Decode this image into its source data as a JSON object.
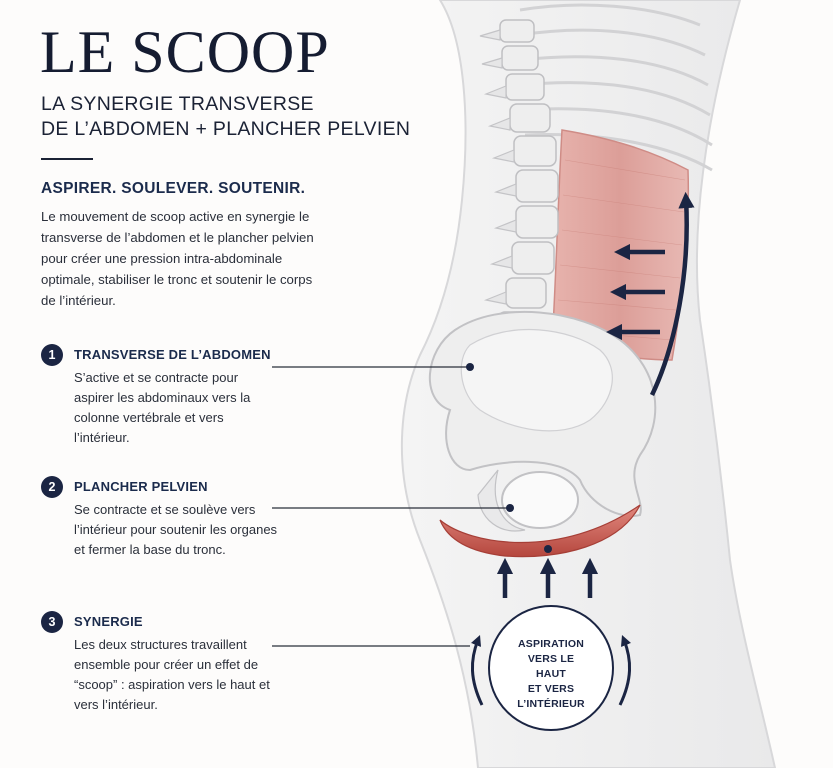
{
  "header": {
    "title": "LE SCOOP",
    "subtitle_line1": "LA SYNERGIE TRANSVERSE",
    "subtitle_line2": "DE L’ABDOMEN + PLANCHER PELVIEN"
  },
  "lead": {
    "heading": "ASPIRER. SOULEVER. SOUTENIR.",
    "body": "Le mouvement de scoop active en synergie le transverse de l’abdomen et le plancher pelvien pour créer une pression intra-abdominale optimale, stabiliser le tronc et soutenir le corps de l’intérieur."
  },
  "items": [
    {
      "number": "1",
      "heading": "TRANSVERSE DE L’ABDOMEN",
      "body": "S’active et se contracte pour aspirer les abdominaux vers la colonne vertébrale et vers l’intérieur."
    },
    {
      "number": "2",
      "heading": "PLANCHER PELVIEN",
      "body": "Se contracte et se soulève vers l’intérieur pour soutenir les organes et fermer la base du tronc."
    },
    {
      "number": "3",
      "heading": "SYNERGIE",
      "body": "Les deux structures travaillent ensemble pour créer un effet de “scoop” : aspiration vers le haut et vers l’intérieur."
    }
  ],
  "circle": {
    "line1": "ASPIRATION",
    "line2": "VERS LE HAUT",
    "line3": "ET VERS",
    "line4": "L’INTÉRIEUR"
  },
  "colors": {
    "navy": "#1b2543",
    "muscle": "#d99a94",
    "floor": "#c9645a",
    "bone": "#ebebeb"
  }
}
